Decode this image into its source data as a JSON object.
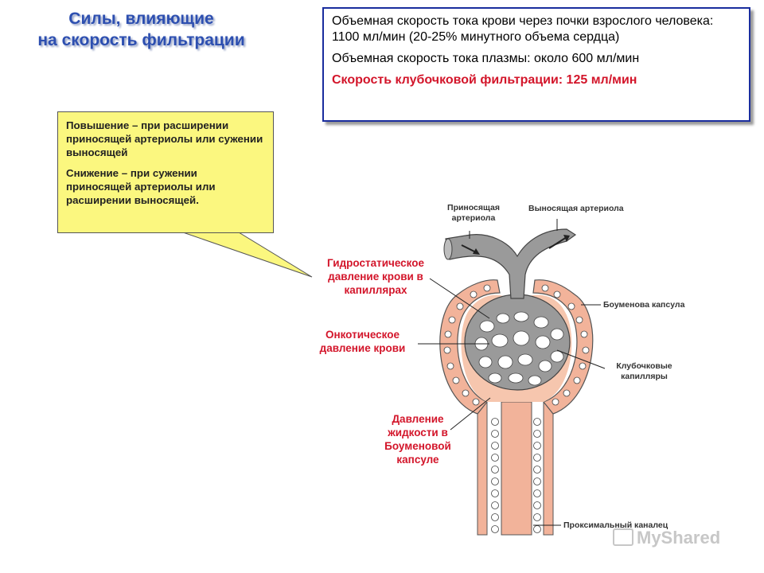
{
  "title": {
    "line1": "Силы, влияющие",
    "line2": "на скорость фильтрации"
  },
  "info_box": {
    "line1": "Объемная скорость тока крови через почки взрослого человека:",
    "line2": "1100 мл/мин (20-25% минутного объема сердца)",
    "line3": "Объемная скорость тока плазмы: около 600 мл/мин",
    "line4": "Скорость клубочковой фильтрации: 125 мл/мин"
  },
  "callout": {
    "increase": "Повышение – при расширении приносящей артериолы или сужении выносящей",
    "decrease": "Снижение – при сужении приносящей артериолы или расширении выносящей."
  },
  "pressure_labels": {
    "hydrostatic": "Гидростатическое давление крови в капиллярах",
    "oncotic": "Онкотическое давление крови",
    "capsule": "Давление жидкости в Боуменовой капсуле"
  },
  "diagram_labels": {
    "afferent": "Приносящая артериола",
    "efferent": "Выносящая артериола",
    "bowman": "Боуменова капсула",
    "capillaries": "Клубочковые капилляры",
    "tubule": "Проксимальный каналец"
  },
  "watermark": "MyShared",
  "colors": {
    "title": "#2d4fb0",
    "accent_red": "#d3152a",
    "callout_bg": "#fbf77f",
    "capsule_pink": "#f2b39a",
    "vessel_gray": "#9a9a9a"
  }
}
